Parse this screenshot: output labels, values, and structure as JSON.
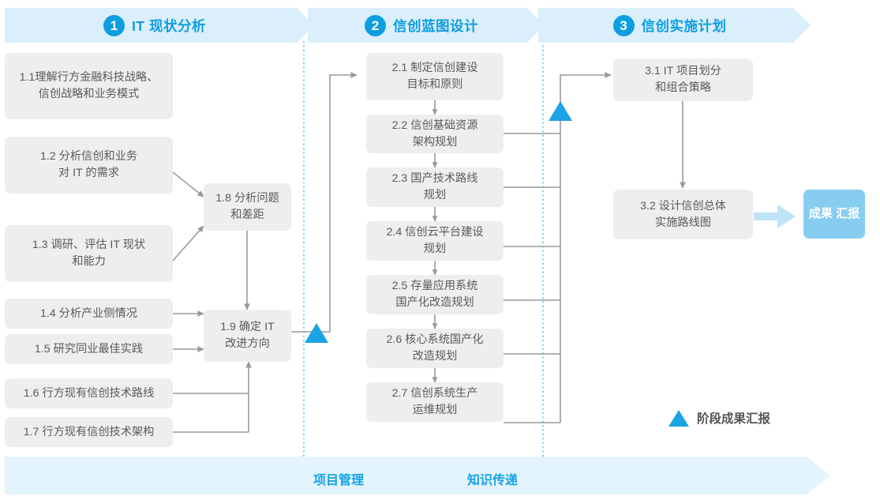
{
  "phases": [
    {
      "number": "1",
      "title": "IT 现状分析"
    },
    {
      "number": "2",
      "title": "信创蓝图设计"
    },
    {
      "number": "3",
      "title": "信创实施计划"
    }
  ],
  "phase1_nodes": [
    {
      "id": "1.1",
      "lines": [
        "1.1理解行方金融科技战略、",
        "信创战略和业务模式"
      ]
    },
    {
      "id": "1.2",
      "lines": [
        "1.2 分析信创和业务",
        "对 IT 的需求"
      ]
    },
    {
      "id": "1.3",
      "lines": [
        "1.3 调研、评估 IT 现状",
        "和能力"
      ]
    },
    {
      "id": "1.4",
      "lines": [
        "1.4 分析产业侧情况"
      ]
    },
    {
      "id": "1.5",
      "lines": [
        "1.5 研究同业最佳实践"
      ]
    },
    {
      "id": "1.6",
      "lines": [
        "1.6 行方现有信创技术路线"
      ]
    },
    {
      "id": "1.7",
      "lines": [
        "1.7 行方现有信创技术架构"
      ]
    },
    {
      "id": "1.8",
      "lines": [
        "1.8 分析问题",
        "和差距"
      ]
    },
    {
      "id": "1.9",
      "lines": [
        "1.9 确定 IT",
        "改进方向"
      ]
    }
  ],
  "phase2_nodes": [
    {
      "id": "2.1",
      "lines": [
        "2.1 制定信创建设",
        "目标和原则"
      ]
    },
    {
      "id": "2.2",
      "lines": [
        "2.2 信创基础资源",
        "架构规划"
      ]
    },
    {
      "id": "2.3",
      "lines": [
        "2.3 国产技术路线",
        "规划"
      ]
    },
    {
      "id": "2.4",
      "lines": [
        "2.4 信创云平台建设",
        "规划"
      ]
    },
    {
      "id": "2.5",
      "lines": [
        "2.5 存量应用系统",
        "国产化改造规划"
      ]
    },
    {
      "id": "2.6",
      "lines": [
        "2.6 核心系统国产化",
        "改造规划"
      ]
    },
    {
      "id": "2.7",
      "lines": [
        "2.7 信创系统生产",
        "运维规划"
      ]
    }
  ],
  "phase3_nodes": [
    {
      "id": "3.1",
      "lines": [
        "3.1 IT 项目划分",
        "和组合策略"
      ]
    },
    {
      "id": "3.2",
      "lines": [
        "3.2 设计信创总体",
        "实施路线图"
      ]
    }
  ],
  "deliverable": {
    "lines": [
      "成果",
      "汇报"
    ]
  },
  "legend": {
    "label": "阶段成果汇报",
    "marker": "triangle-up-icon"
  },
  "bottom_band": {
    "labels": [
      "项目管理",
      "知识传递"
    ]
  },
  "colors": {
    "accent": "#0d9ee0",
    "band": "#dbeefb",
    "bottom_band": "#e4f4fc",
    "node_fill": "#eeeeee",
    "node_text": "#5a5a5a",
    "deliverable_fill": "#87cdf0",
    "milestone": "#1ba4e4",
    "wire": "#9a9a9a",
    "divider": "#4fc3e8"
  }
}
